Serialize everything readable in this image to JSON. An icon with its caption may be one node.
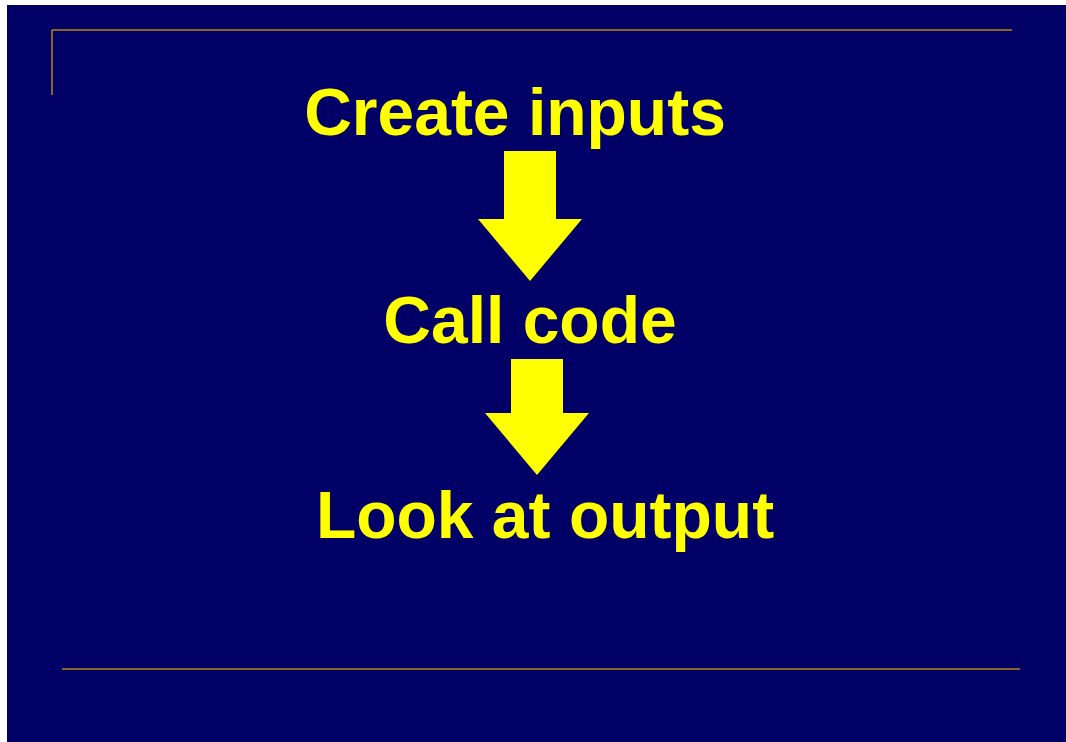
{
  "diagram": {
    "nodes": [
      {
        "text": [
          "Create inputs"
        ]
      },
      {
        "text": [
          "Call code"
        ]
      },
      {
        "text": [
          "Look at output"
        ]
      }
    ],
    "edges": [
      {
        "from": 0,
        "to": 1,
        "arrow": "to"
      },
      {
        "from": 1,
        "to": 2,
        "arrow": "to"
      }
    ]
  }
}
